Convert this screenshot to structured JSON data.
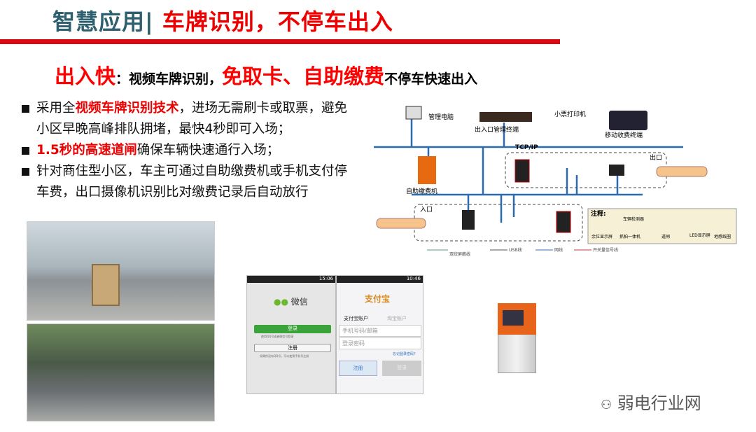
{
  "title": {
    "section": "智慧应用|",
    "topic": "车牌识别，不停车出入"
  },
  "subtitle": {
    "lead": "出入快",
    "colon": "：",
    "text1": "视频车牌识别，",
    "highlight": "免取卡、自助缴费",
    "text2": "不停车快速出入"
  },
  "bullets": [
    {
      "pre": "采用全",
      "bold": "视频车牌识别技术",
      "post": "，进场无需刷卡或取票，避免小区早晚高峰排队拥堵，最快4秒即可入场；"
    },
    {
      "pre": "",
      "bold": "1.5秒的高速道闸",
      "post": "确保车辆快速通行入场；"
    },
    {
      "pre": "",
      "bold": "",
      "post": "针对商住型小区，车主可通过自助缴费机或手机支付停车费，出口摄像机识别比对缴费记录后自动放行"
    }
  ],
  "diagram": {
    "labels": {
      "pc": "管理电脑",
      "terminal": "出入口管理终端",
      "printer": "小票打印机",
      "mobile": "移动收费终端",
      "network": "TCP/IP",
      "kiosk": "自助缴费机",
      "exit": "出口",
      "entry": "入口"
    },
    "legend_box": {
      "title": "注释:",
      "items": [
        "余位显示屏",
        "车辆检测器",
        "抓拍一体机",
        "道闸",
        "LED显示屏",
        "地感线圈"
      ]
    },
    "line_legend": [
      "双绞屏蔽线",
      "USB线",
      "网线",
      "开关量信号线"
    ],
    "line_colors": [
      "#5a9a7a",
      "#555555",
      "#3a6fb0",
      "#c04040"
    ]
  },
  "wechat": {
    "time": "15:06",
    "name": "微信",
    "login": "登录",
    "login_hint": "使用QQ号或者微信号登录",
    "register": "注册",
    "register_hint": "如果你没有QQ号，可以使用手机号注册"
  },
  "alipay": {
    "time": "10:46",
    "logo": "支付宝",
    "tab1": "支付宝账户",
    "tab2": "淘宝账户",
    "phone_placeholder": "手机号码/邮箱",
    "pwd_placeholder": "登录密码",
    "forgot": "忘记登录密码?",
    "register": "注册",
    "login": "登录"
  },
  "watermark": "弱电行业网",
  "colors": {
    "accent_red": "#d90a14",
    "title_teal": "#2e5f6e",
    "bus_blue": "#2b6cb0"
  }
}
